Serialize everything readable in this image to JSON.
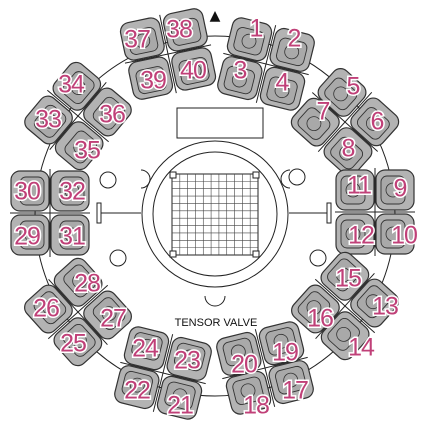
{
  "title": "",
  "valve_label": "TENSOR VALVE",
  "north_marker": "▲",
  "seat_numbers": [
    "1",
    "2",
    "3",
    "4",
    "5",
    "6",
    "7",
    "8",
    "9",
    "10",
    "11",
    "12",
    "13",
    "14",
    "15",
    "16",
    "17",
    "18",
    "19",
    "20",
    "21",
    "22",
    "23",
    "24",
    "25",
    "26",
    "27",
    "28",
    "29",
    "30",
    "31",
    "32",
    "33",
    "34",
    "35",
    "36",
    "37",
    "38",
    "39",
    "40"
  ],
  "seat_count": 40,
  "colors": {
    "seat_number": "#c04078",
    "seat_fill": "#b3b3b3",
    "outline": "#222222"
  }
}
